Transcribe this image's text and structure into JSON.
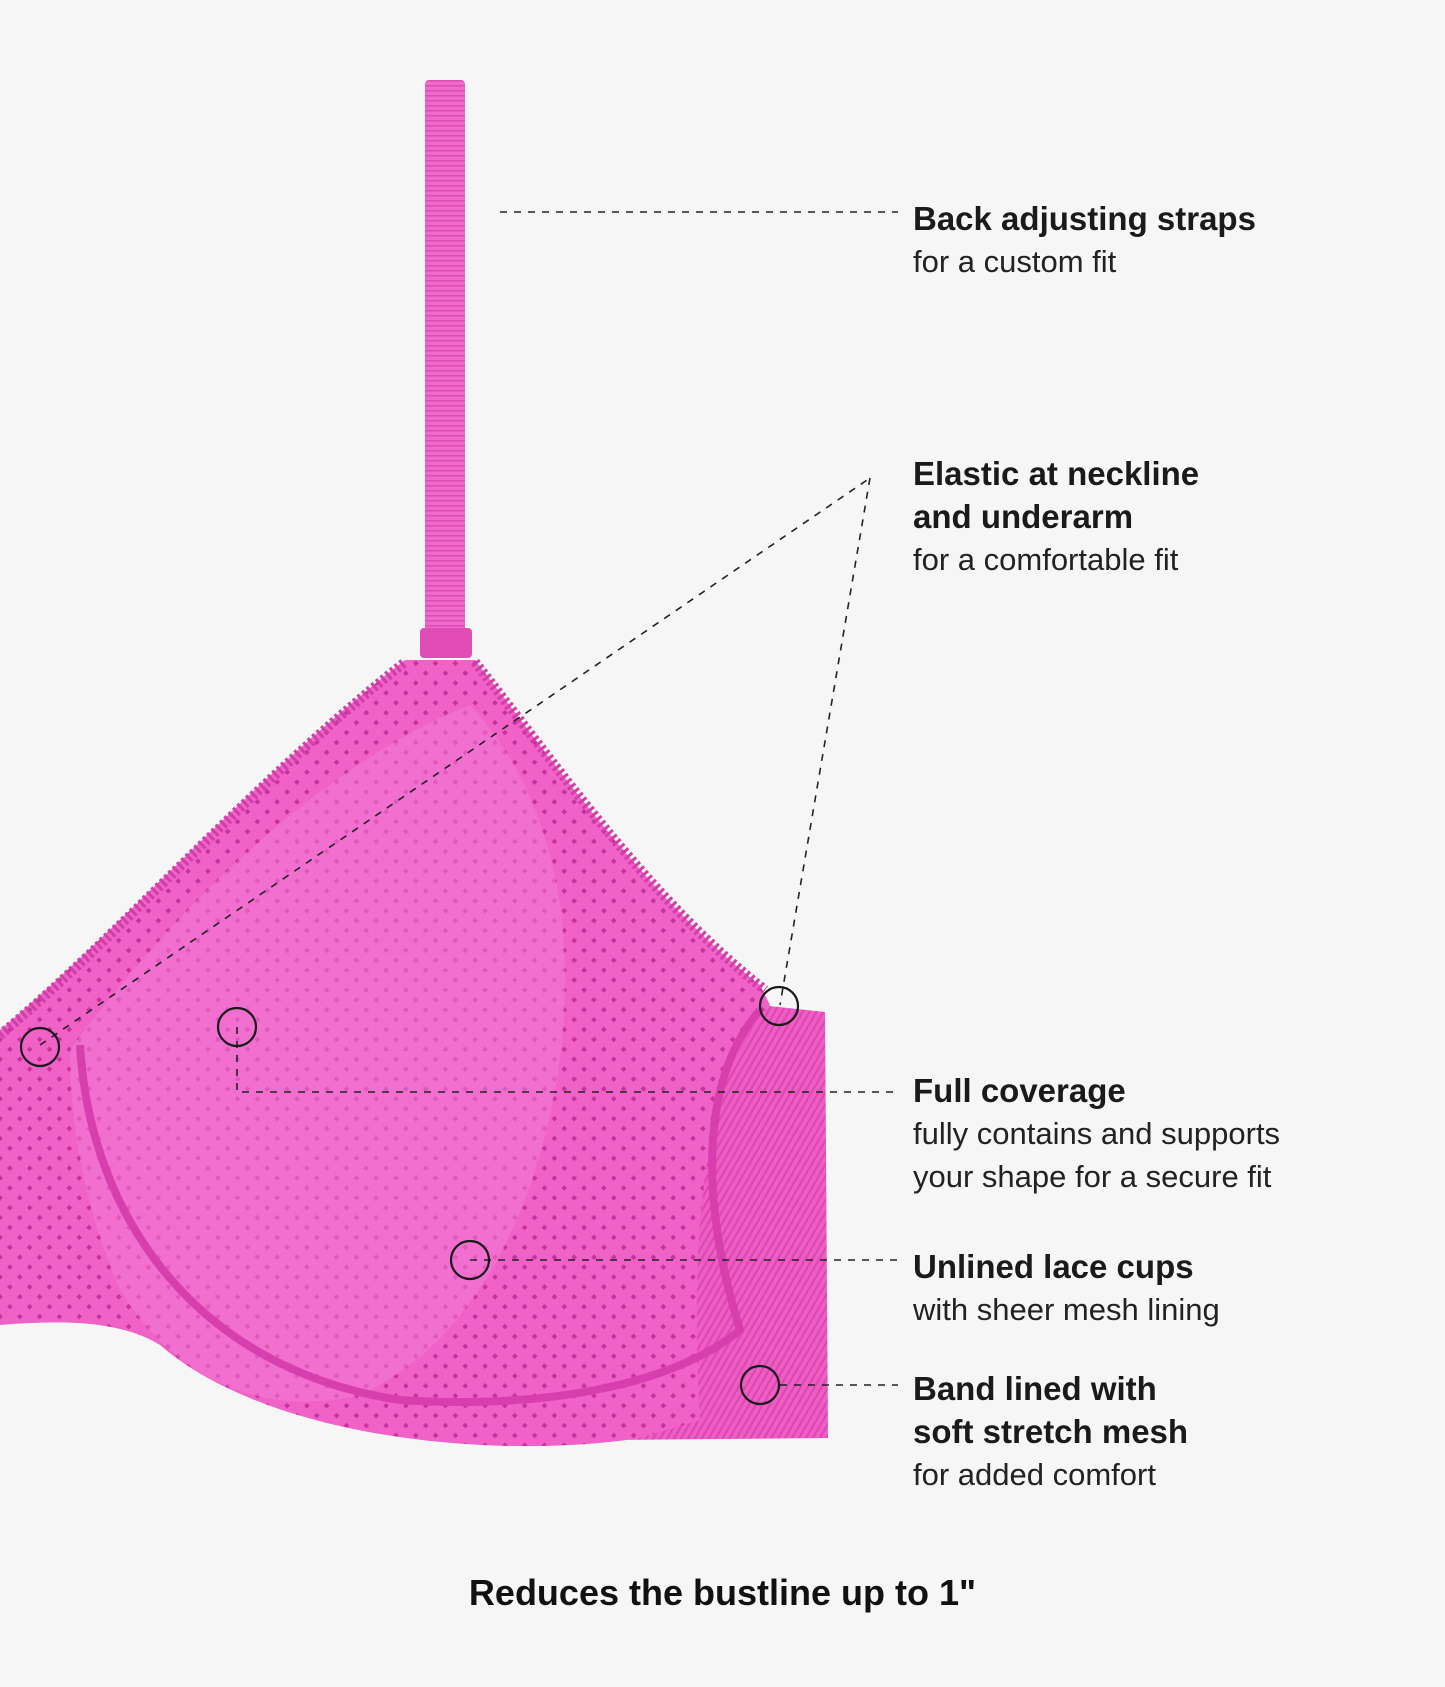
{
  "colors": {
    "background": "#f6f6f6",
    "fabric": "#f062c8",
    "fabric_dark": "#d93fae",
    "fabric_light": "#f78ad8",
    "line": "#222222"
  },
  "callouts": [
    {
      "title": "Back adjusting straps",
      "desc": [
        "for a custom fit"
      ]
    },
    {
      "title": "Elastic at neckline",
      "title2": "and underarm",
      "desc": [
        "for a comfortable fit"
      ]
    },
    {
      "title": "Full coverage",
      "desc": [
        "fully contains and supports",
        "your shape for a secure fit"
      ]
    },
    {
      "title": "Unlined lace cups",
      "desc": [
        "with sheer mesh lining"
      ]
    },
    {
      "title": "Band lined with",
      "title2": "soft stretch mesh",
      "desc": [
        "for added comfort"
      ]
    }
  ],
  "footer": "Reduces the bustline up to 1\""
}
